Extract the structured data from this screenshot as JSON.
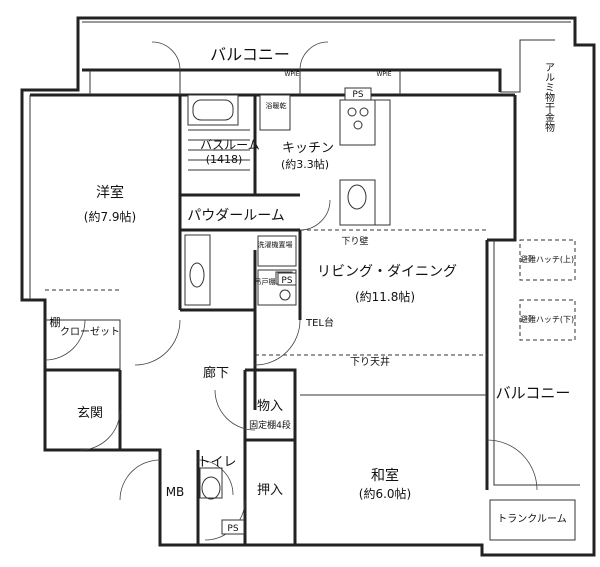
{
  "floor_plan": {
    "balcony_top": "バルコニー",
    "balcony_right": "バルコニー",
    "western_room": {
      "name": "洋室",
      "size": "(約7.9帖)"
    },
    "bathroom": {
      "name": "バスルーム",
      "size": "(1418)"
    },
    "kitchen": {
      "name": "キッチン",
      "size": "(約3.3帖)"
    },
    "powder_room": "パウダールーム",
    "living_dining": {
      "name": "リビング・ダイニング",
      "size": "(約11.8帖)"
    },
    "japanese_room": {
      "name": "和室",
      "size": "(約6.0帖)"
    },
    "closet_shelf": "棚",
    "closet": "クローゼット",
    "hallway": "廊下",
    "entrance": "玄関",
    "storage": "物入",
    "fixed_shelf": "固定棚4段",
    "toilet": "トイレ",
    "oshiire": "押入",
    "mb": "MB",
    "ps": "PS",
    "tel": "TEL台",
    "lowered_wall": "下り壁",
    "lowered_ceiling": "下り天井",
    "dryer": "浴暖乾",
    "washer": "洗濯機置場",
    "wall_cabinet": "吊戸棚",
    "alum_dryer": "アルミ物干金物",
    "evac_hatch_upper": "避難ハッチ(上)",
    "evac_hatch_lower": "避難ハッチ(下)",
    "trunk_room": "トランクルーム",
    "wpe": "WPIE"
  }
}
